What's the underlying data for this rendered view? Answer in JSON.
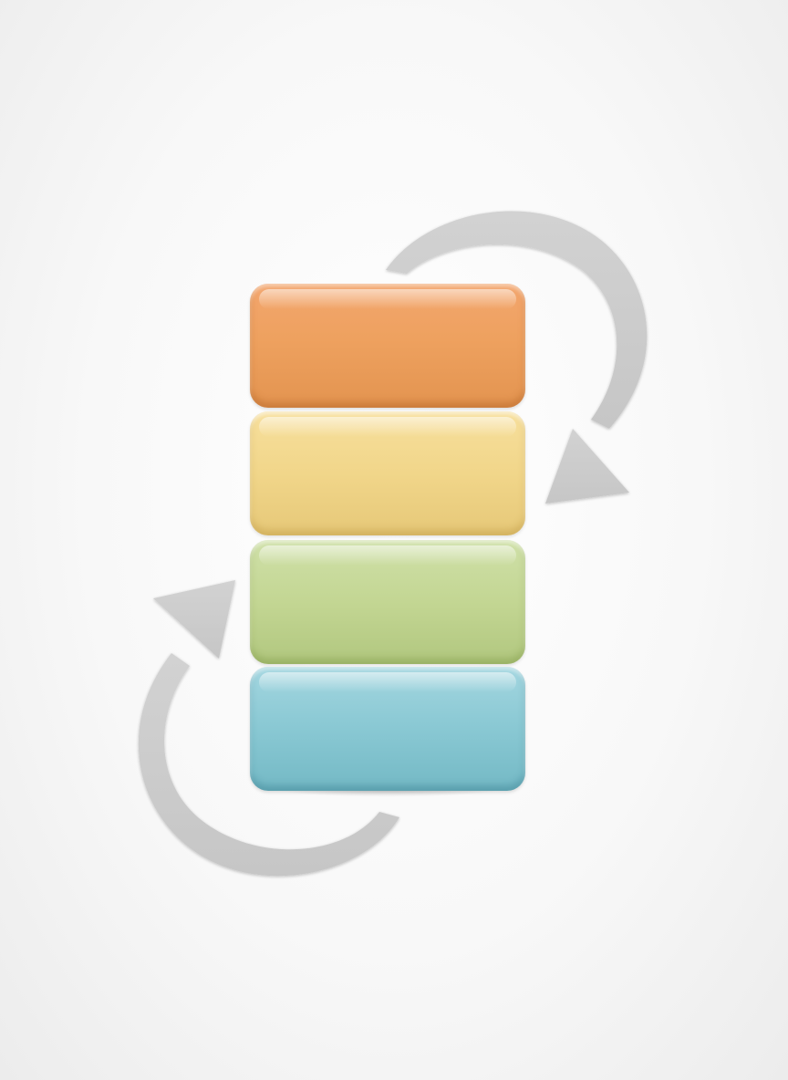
{
  "diagram": {
    "blocks": [
      {
        "id": "orange",
        "color": "#eea15f"
      },
      {
        "id": "yellow",
        "color": "#f1d68a"
      },
      {
        "id": "green",
        "color": "#c3d693"
      },
      {
        "id": "blue",
        "color": "#89c8d3"
      }
    ],
    "arrows": [
      {
        "id": "top-right",
        "direction": "clockwise",
        "color": "#cbcbcb"
      },
      {
        "id": "bottom-left",
        "direction": "clockwise",
        "color": "#cbcbcb"
      }
    ],
    "background": "#f6f6f6"
  }
}
